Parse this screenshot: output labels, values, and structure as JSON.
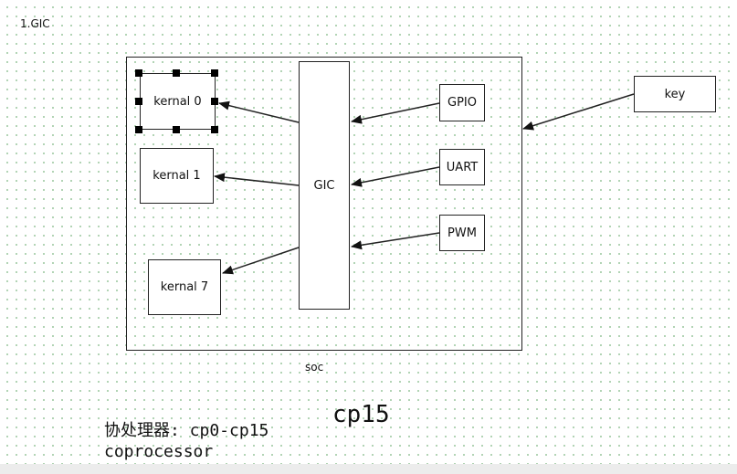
{
  "section_title": "1.GIC",
  "diagram": {
    "container_label": "soc",
    "controller_label": "GIC",
    "kernels": [
      "kernal 0",
      "kernal 1",
      "kernal 7"
    ],
    "peripherals": [
      "GPIO",
      "UART",
      "PWM"
    ],
    "external": "key"
  },
  "notes": {
    "line1": "协处理器: cp0-cp15",
    "line2": "coprocessor",
    "big_label": "cp15"
  },
  "colors": {
    "stroke": "#222222",
    "grid_dot": "#9ec9a2",
    "background": "#ffffff"
  }
}
